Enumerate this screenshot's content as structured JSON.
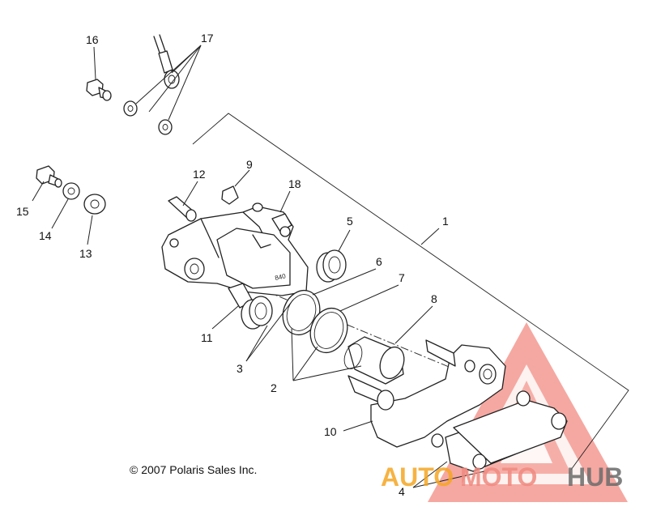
{
  "labels": {
    "n1": "1",
    "n2": "2",
    "n3": "3",
    "n4": "4",
    "n5": "5",
    "n6": "6",
    "n7": "7",
    "n8": "8",
    "n9": "9",
    "n10": "10",
    "n11": "11",
    "n12": "12",
    "n13": "13",
    "n14": "14",
    "n15": "15",
    "n16": "16",
    "n17": "17",
    "n18": "18"
  },
  "caliper_mark": "840",
  "copyright": "© 2007 Polaris Sales Inc.",
  "watermark": {
    "part1": "AUTO",
    "part2": "MOTO",
    "part3": "HUB",
    "colors": {
      "orange": "#f5a623",
      "red": "#f08a80",
      "grey": "#6b6b6b"
    }
  }
}
